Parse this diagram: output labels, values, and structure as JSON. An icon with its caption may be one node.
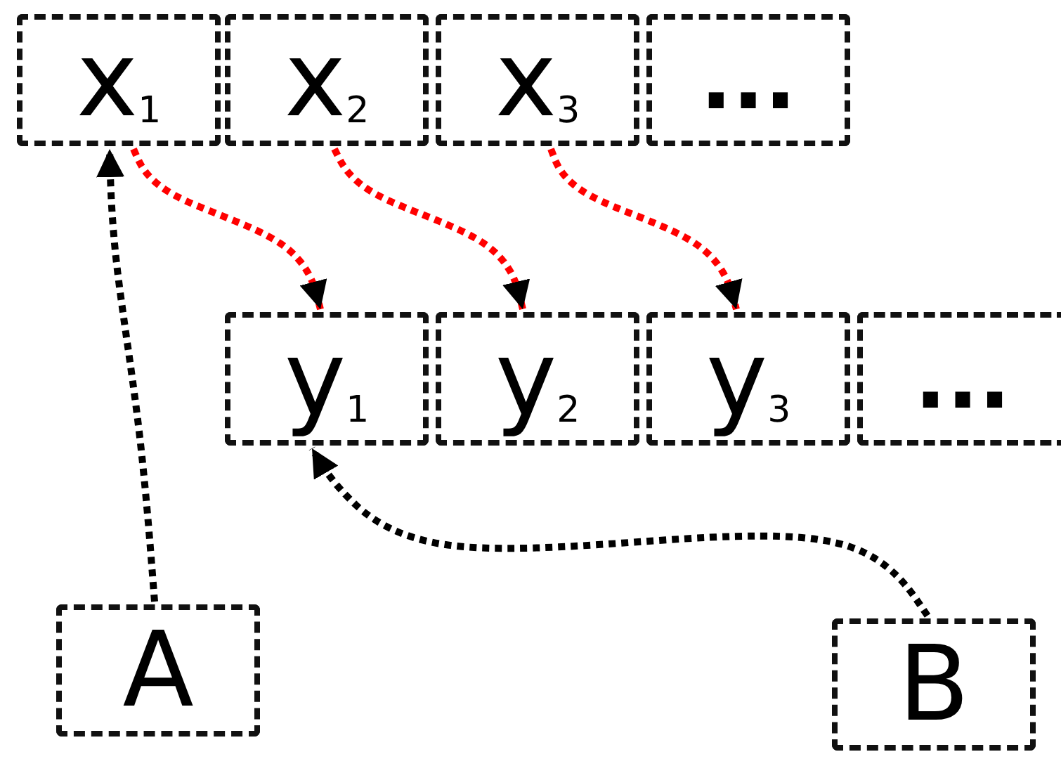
{
  "diagram": {
    "nodes": [
      {
        "text": [
          "x$_{1}$"
        ]
      },
      {
        "text": [
          "x$_{2}$"
        ]
      },
      {
        "text": [
          "x$_{3}$"
        ]
      },
      {
        "text": [
          "..."
        ]
      },
      {
        "text": [
          "y$_{1}$"
        ]
      },
      {
        "text": [
          "y$_{2}$"
        ]
      },
      {
        "text": [
          "y$_{3}$"
        ]
      },
      {
        "text": [
          "..."
        ]
      },
      {
        "text": [
          "A"
        ]
      },
      {
        "text": [
          "B"
        ]
      }
    ],
    "edges": [
      {
        "from": 0,
        "to": 4,
        "arrow": "to",
        "style": "dashed",
        "color": "#ff0000"
      },
      {
        "from": 1,
        "to": 5,
        "arrow": "to",
        "style": "dashed",
        "color": "#ff0000"
      },
      {
        "from": 2,
        "to": 6,
        "arrow": "to",
        "style": "dashed",
        "color": "#ff0000"
      },
      {
        "from": 8,
        "to": 0,
        "arrow": "to",
        "style": "dashed",
        "color": "#000000"
      },
      {
        "from": 9,
        "to": 4,
        "arrow": "to",
        "style": "dashed",
        "color": "#000000"
      }
    ]
  }
}
